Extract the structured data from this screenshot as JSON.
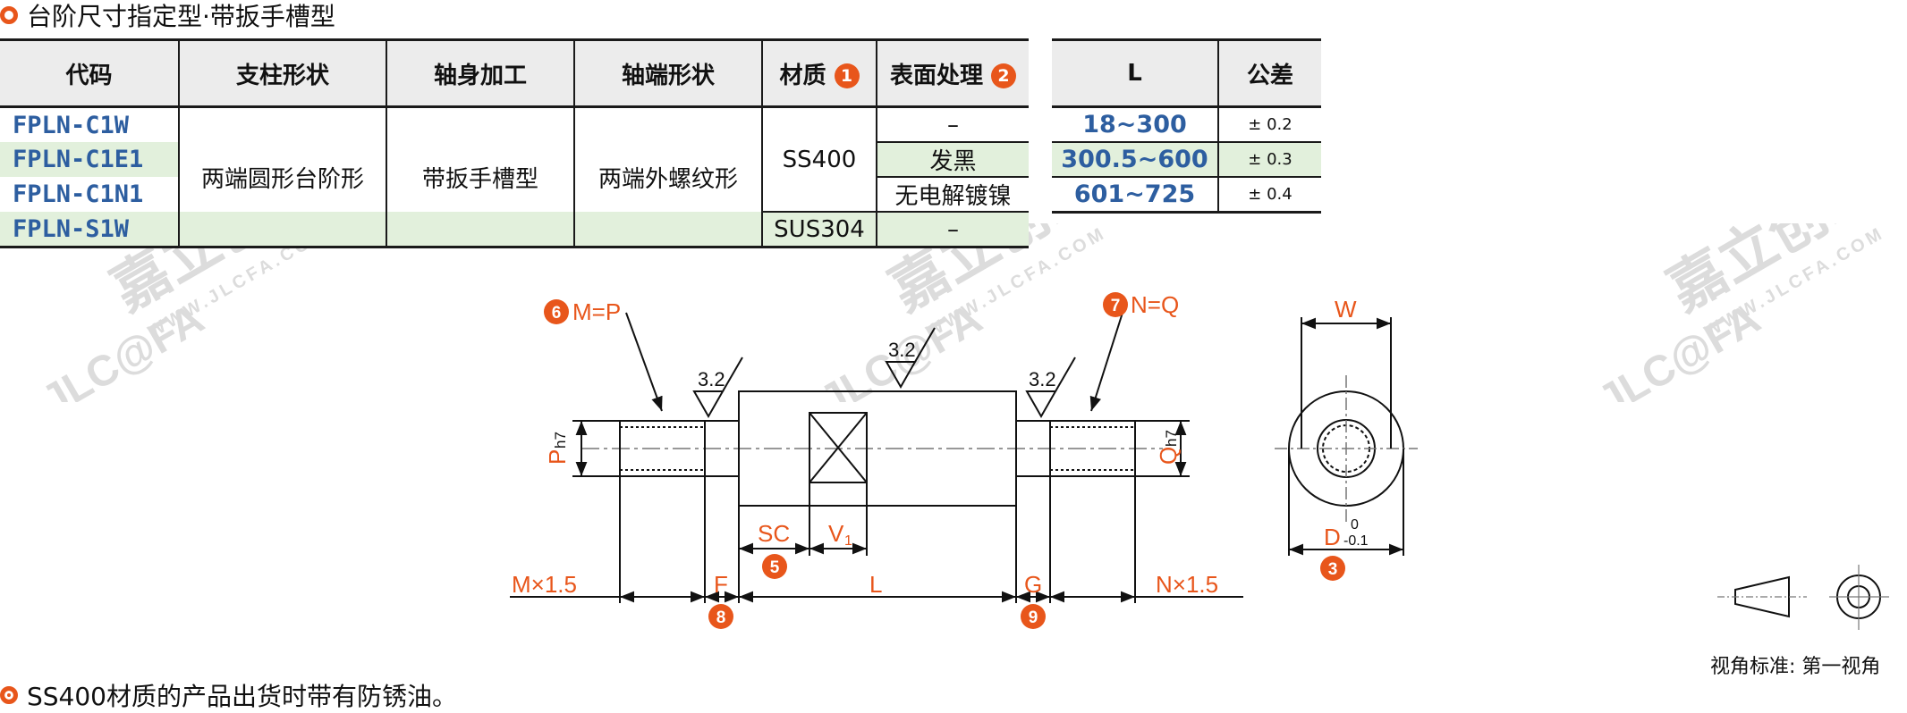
{
  "title": "台阶尺寸指定型·带扳手槽型",
  "table1": {
    "headers": {
      "code": "代码",
      "pillar": "支柱形状",
      "shaft": "轴身加工",
      "end": "轴端形状",
      "material": "材质",
      "material_badge": "1",
      "surface": "表面处理",
      "surface_badge": "2"
    },
    "codes": [
      "FPLN-C1W",
      "FPLN-C1E1",
      "FPLN-C1N1",
      "FPLN-S1W"
    ],
    "pillar": "两端圆形台阶形",
    "shaft": "带扳手槽型",
    "end": "两端外螺纹形",
    "materials": [
      "SS400",
      "SUS304"
    ],
    "surfaces": [
      "–",
      "发黑",
      "无电解镀镍",
      "–"
    ]
  },
  "table2": {
    "headers": {
      "l": "L",
      "tol": "公差"
    },
    "rows": [
      {
        "l": "18~300",
        "tol": "± 0.2"
      },
      {
        "l": "300.5~600",
        "tol": "± 0.3"
      },
      {
        "l": "601~725",
        "tol": "± 0.4"
      }
    ]
  },
  "drawing": {
    "m_eq_p": "M=P",
    "n_eq_q": "N=Q",
    "roughness": "3.2",
    "p": "P",
    "h7": "h7",
    "q": "Q",
    "sc": "SC",
    "v1": "V",
    "v1_sub": "1",
    "m15": "M×1.5",
    "n15": "N×1.5",
    "f": "F",
    "l": "L",
    "g": "G",
    "w": "W",
    "d": "D",
    "d_tol_up": "0",
    "d_tol_down": "-0.1",
    "badges": [
      "6",
      "7",
      "5",
      "8",
      "9",
      "3"
    ]
  },
  "view_standard": "视角标准: 第一视角",
  "note": "SS400材质的产品出货时带有防锈油。",
  "watermark": {
    "brand": "嘉立创FA",
    "logo": "JLC@FA",
    "url": "WWW.JLCFA.COM"
  },
  "colors": {
    "accent": "#e8561b",
    "code_blue": "#2d5ea0",
    "row_green": "#e2f0dc"
  }
}
